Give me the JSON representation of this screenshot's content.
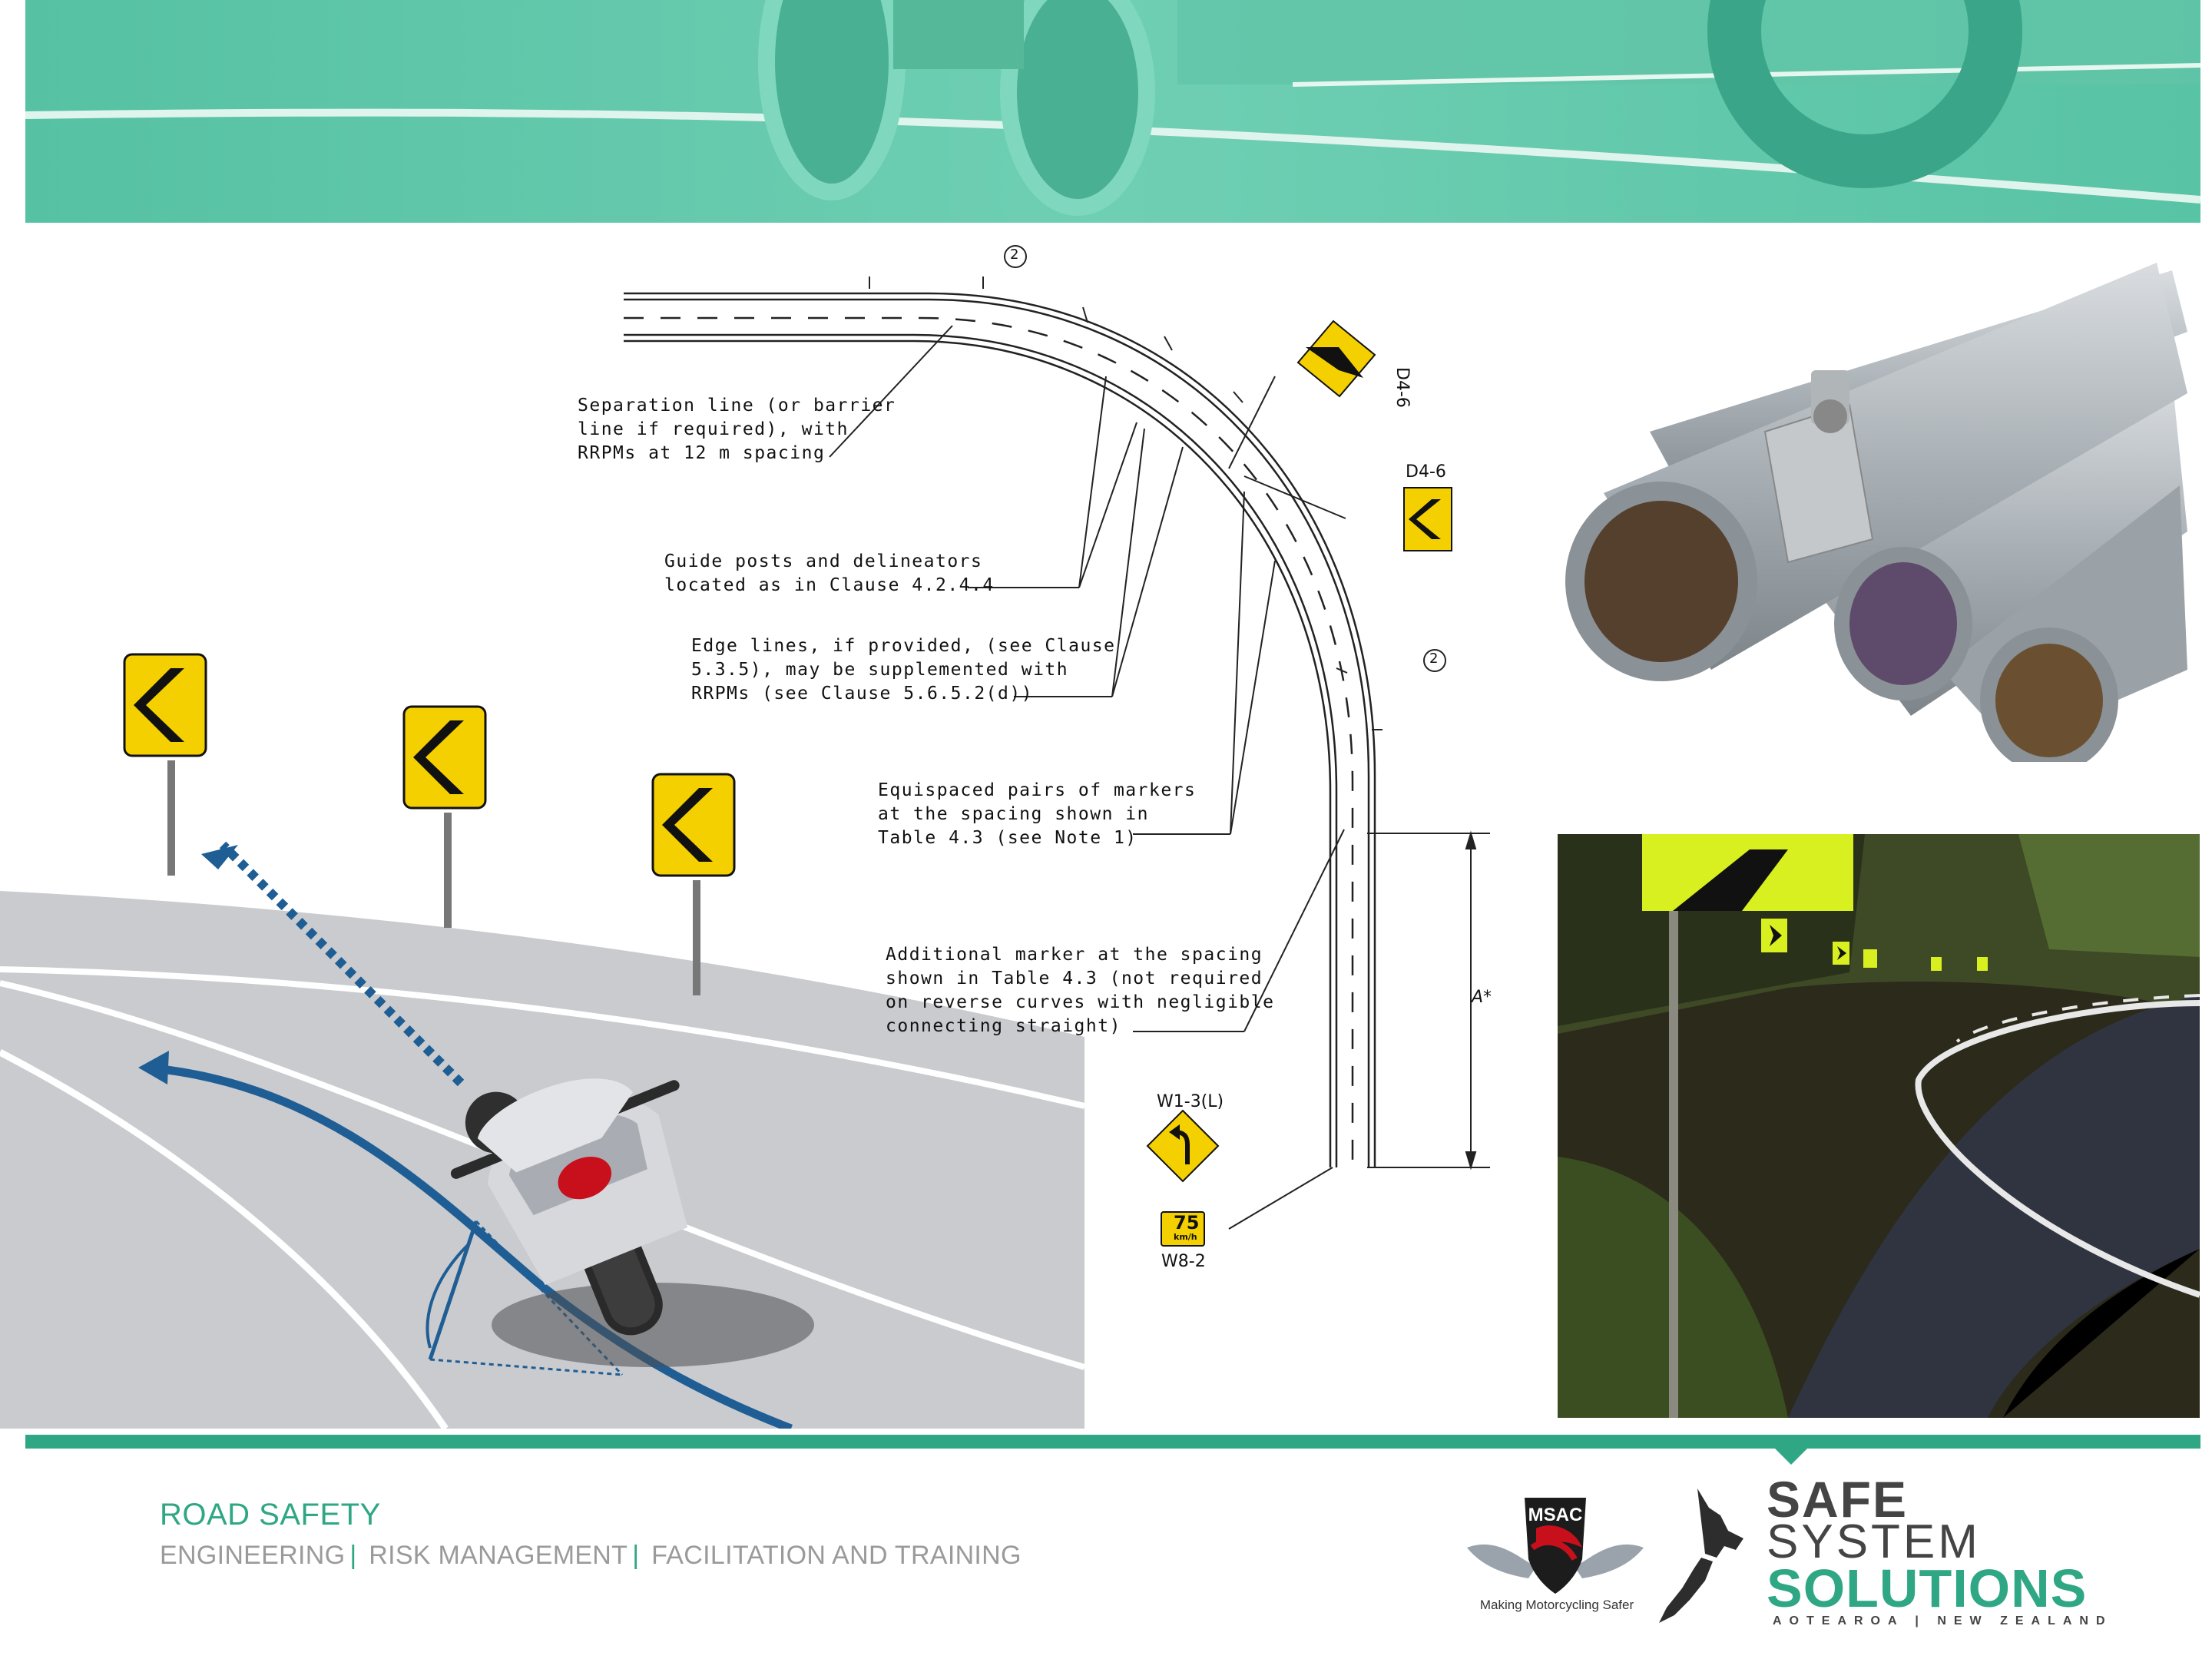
{
  "colors": {
    "brand_teal": "#2fa784",
    "banner_teal": "#5fc8aa",
    "sign_yellow": "#f5d000",
    "road_grey": "#c9cbcf",
    "path_blue": "#1f5e94"
  },
  "diagram": {
    "labels": {
      "separation_line": "Separation line (or barrier\nline if required), with\nRRPMs at 12 m spacing",
      "guide_posts": "Guide posts and delineators\nlocated as in Clause 4.2.4.4",
      "edge_lines": "Edge lines, if provided, (see Clause\n5.3.5), may be supplemented with\nRRPMs (see Clause 5.6.5.2(d))",
      "equispaced": "Equispaced pairs of markers\nat the spacing shown in\nTable 4.3 (see Note 1)",
      "additional_marker": "Additional marker at the spacing\nshown in Table 4.3 (not required\non reverse curves with negligible\nconnecting straight)"
    },
    "sign_codes": {
      "d4_6_rotated": "D4-6",
      "d4_6": "D4-6",
      "w1_3": "W1-3(L)",
      "w8_2": "W8-2"
    },
    "speed_sign": {
      "value": "75",
      "unit": "km/h"
    },
    "dimension_label": "A*",
    "note_marker": "2"
  },
  "footer": {
    "title": "ROAD SAFETY",
    "services": [
      "ENGINEERING",
      "RISK MANAGEMENT",
      "FACILITATION AND TRAINING"
    ],
    "separator": "|",
    "msac": {
      "badge": "MSAC",
      "tagline": "Making Motorcycling Safer"
    },
    "sss": {
      "line1": "SAFE",
      "line2": "SYSTEM",
      "line3": "SOLUTIONS",
      "country": "AOTEAROA | NEW ZEALAND"
    }
  },
  "icons": [
    "chevron-sign-icon",
    "curve-warning-sign-icon",
    "speed-advisory-sign-icon",
    "new-zealand-map-icon",
    "msac-shield-icon"
  ]
}
